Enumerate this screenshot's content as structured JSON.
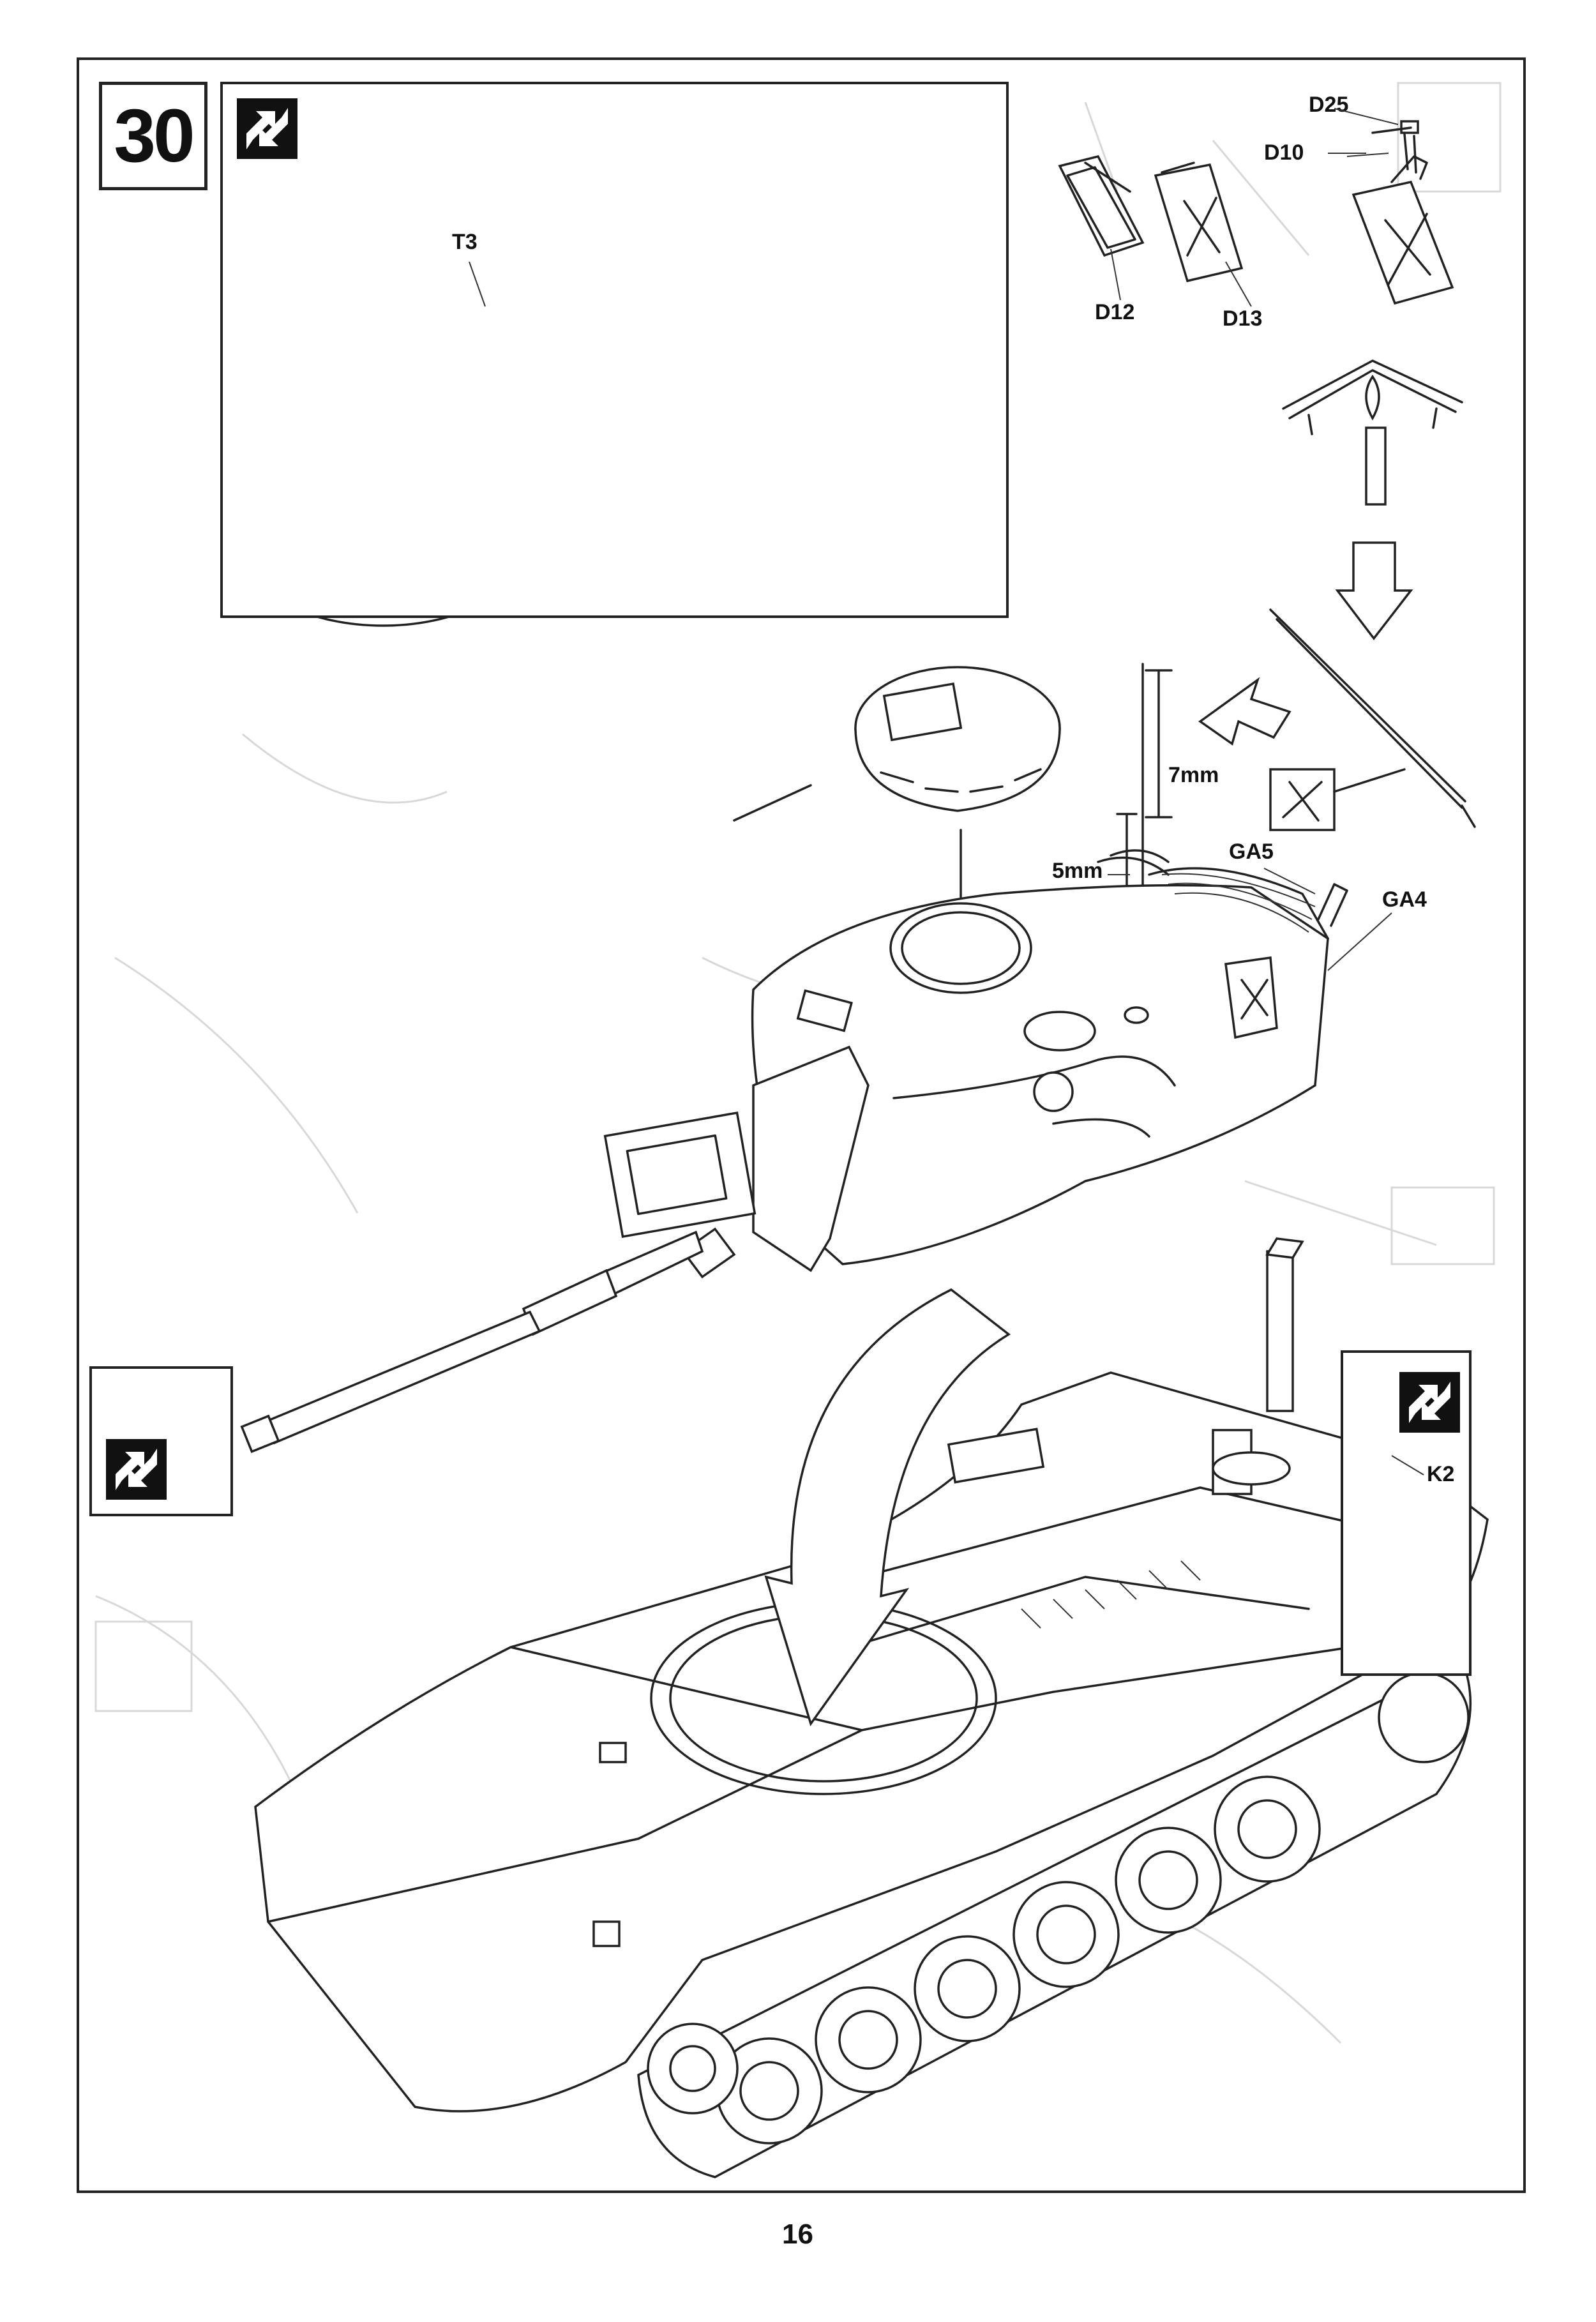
{
  "step": {
    "number": "30"
  },
  "labels": {
    "t3": "T3",
    "d25": "D25",
    "d10": "D10",
    "d12": "D12",
    "d13": "D13",
    "mm7": "7mm",
    "mm5": "5mm",
    "ga5": "GA5",
    "ga4": "GA4",
    "k2": "K2"
  },
  "page": {
    "number": "16"
  },
  "icons": {
    "detail": "repeat-opposite-side-icon",
    "heat": "candle-heat-stretch-icon",
    "cut": "side-cutter-icon",
    "arrow": "down-arrow-icon"
  },
  "colors": {
    "line": "#222222",
    "paper": "#ffffff"
  }
}
